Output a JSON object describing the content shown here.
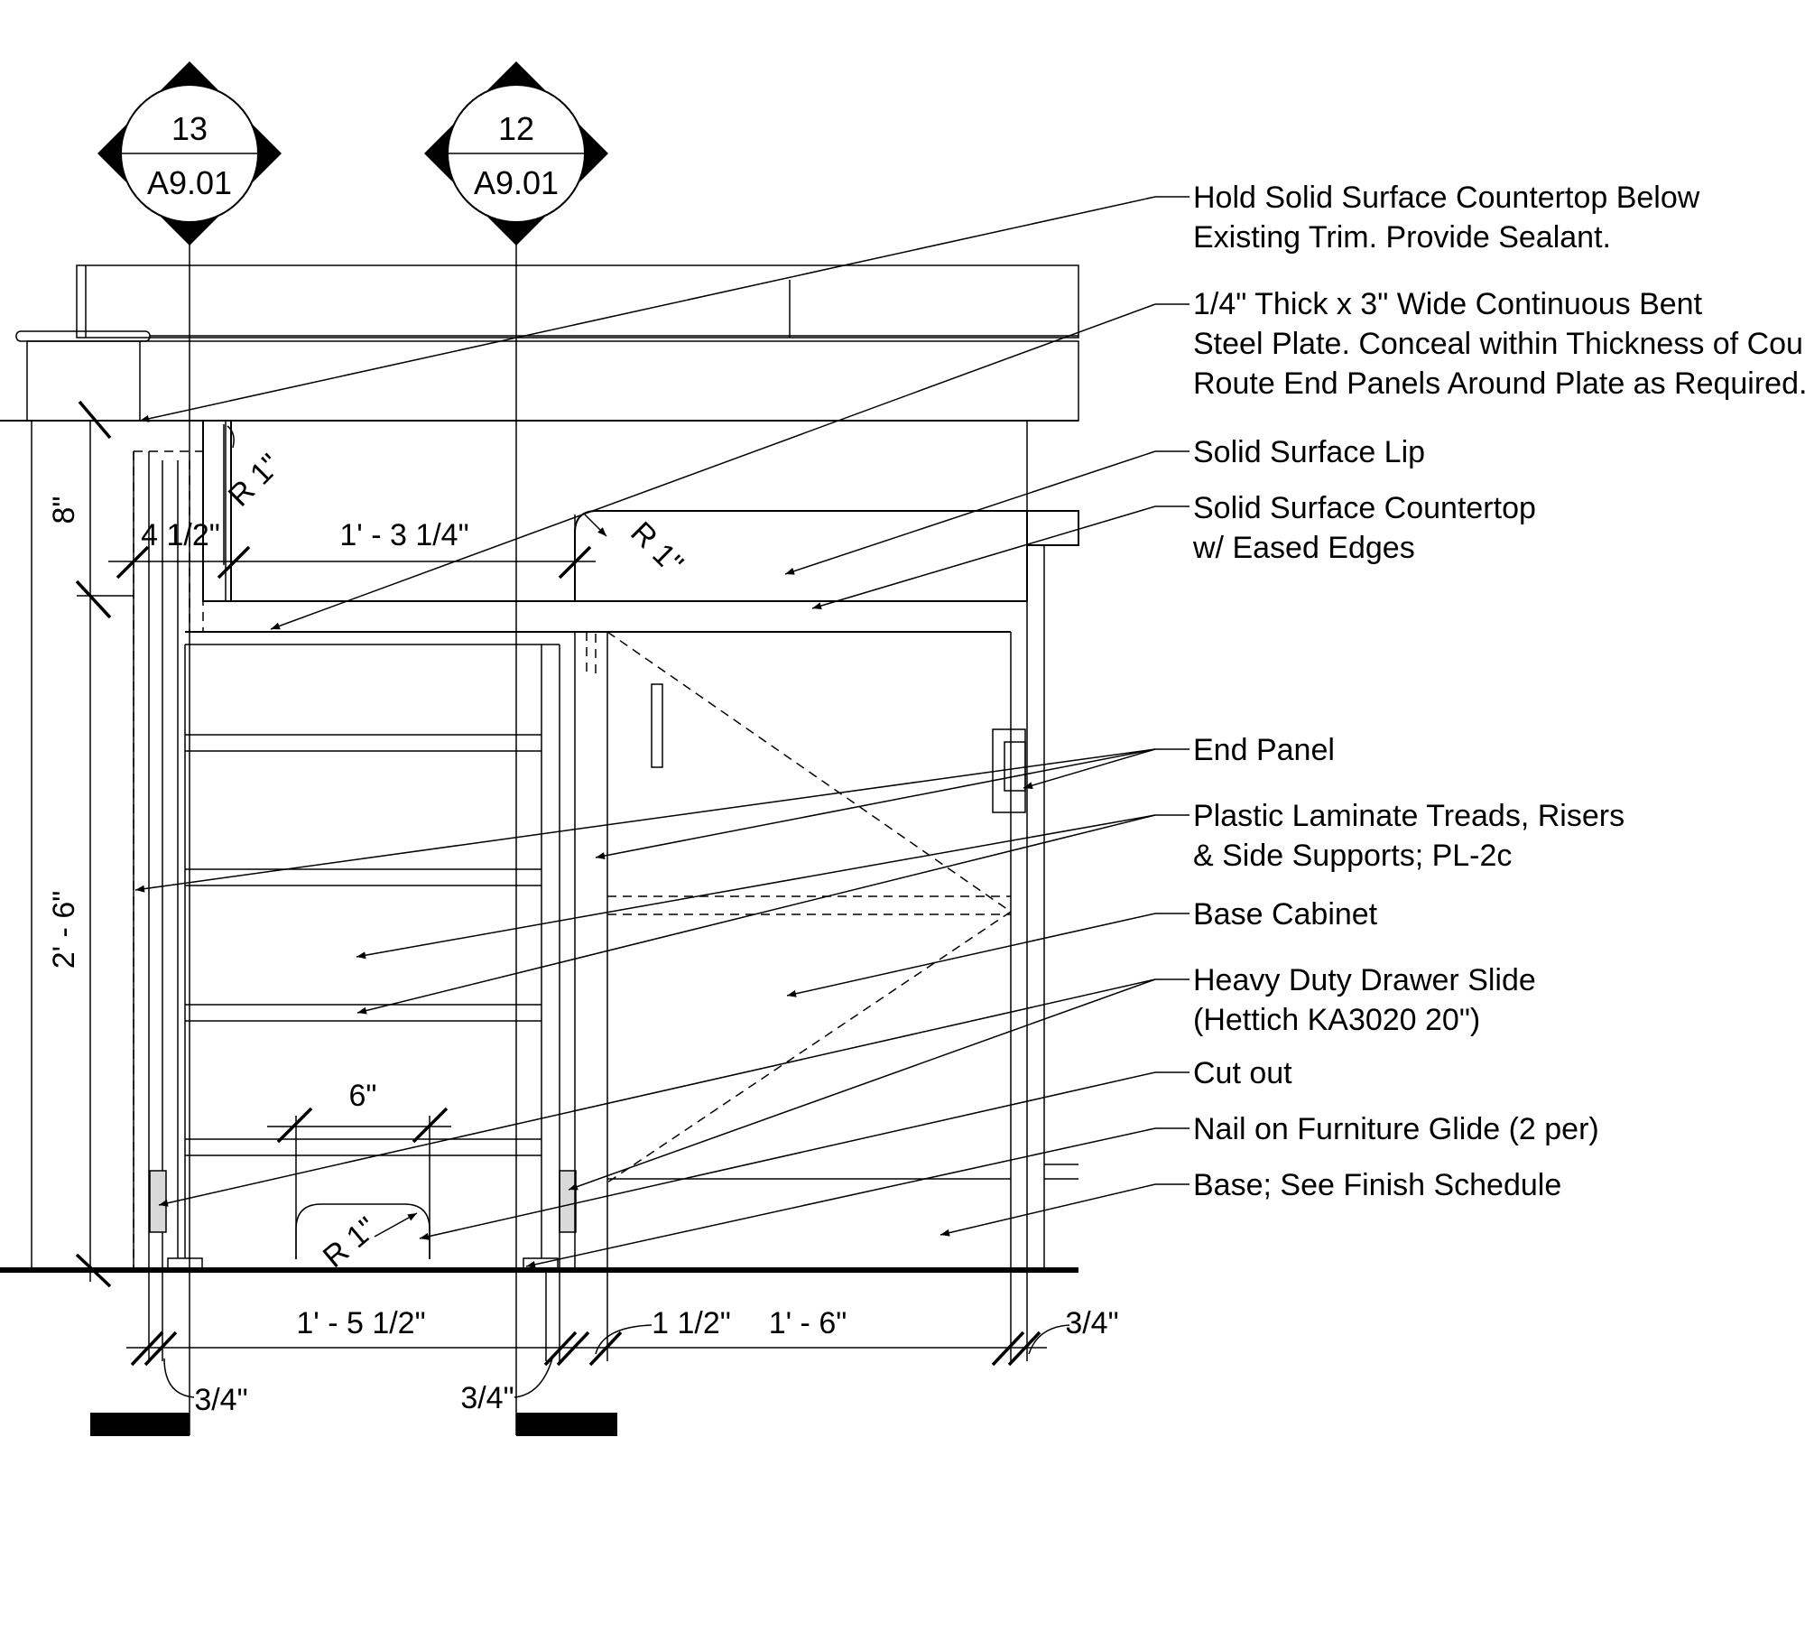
{
  "section_markers": [
    {
      "number": "13",
      "sheet": "A9.01"
    },
    {
      "number": "12",
      "sheet": "A9.01"
    }
  ],
  "dimensions": {
    "height_top": "8\"",
    "height_main": "2' - 6\"",
    "width_stile": "4 1/2\"",
    "width_top_span": "1' - 3 1/4\"",
    "radius_1": "R 1\"",
    "radius_2": "R 1\"",
    "radius_3": "R 1\"",
    "cutout_width": "6\"",
    "bottom_left_span": "1' - 5 1/2\"",
    "bottom_gap": "1 1/2\"",
    "bottom_right_span": "1' - 6\"",
    "bottom_right_panel": "3/4\"",
    "bottom_left_panel": "3/4\"",
    "bottom_mid_panel": "3/4\""
  },
  "annotations": [
    {
      "lines": [
        "Hold Solid Surface Countertop Below",
        "Existing Trim. Provide Sealant."
      ]
    },
    {
      "lines": [
        "1/4\" Thick x 3\" Wide Continuous Bent",
        "Steel Plate. Conceal within Thickness of Counter.",
        "Route End Panels Around Plate as Required."
      ]
    },
    {
      "lines": [
        "Solid Surface Lip"
      ]
    },
    {
      "lines": [
        "Solid Surface Countertop",
        "w/ Eased Edges"
      ]
    },
    {
      "lines": [
        "End Panel"
      ]
    },
    {
      "lines": [
        "Plastic Laminate Treads, Risers",
        "& Side Supports; PL-2c"
      ]
    },
    {
      "lines": [
        "Base Cabinet"
      ]
    },
    {
      "lines": [
        "Heavy Duty Drawer Slide",
        "(Hettich KA3020 20\")"
      ]
    },
    {
      "lines": [
        "Cut out"
      ]
    },
    {
      "lines": [
        "Nail on Furniture Glide (2 per)"
      ]
    },
    {
      "lines": [
        "Base; See Finish Schedule"
      ]
    }
  ]
}
